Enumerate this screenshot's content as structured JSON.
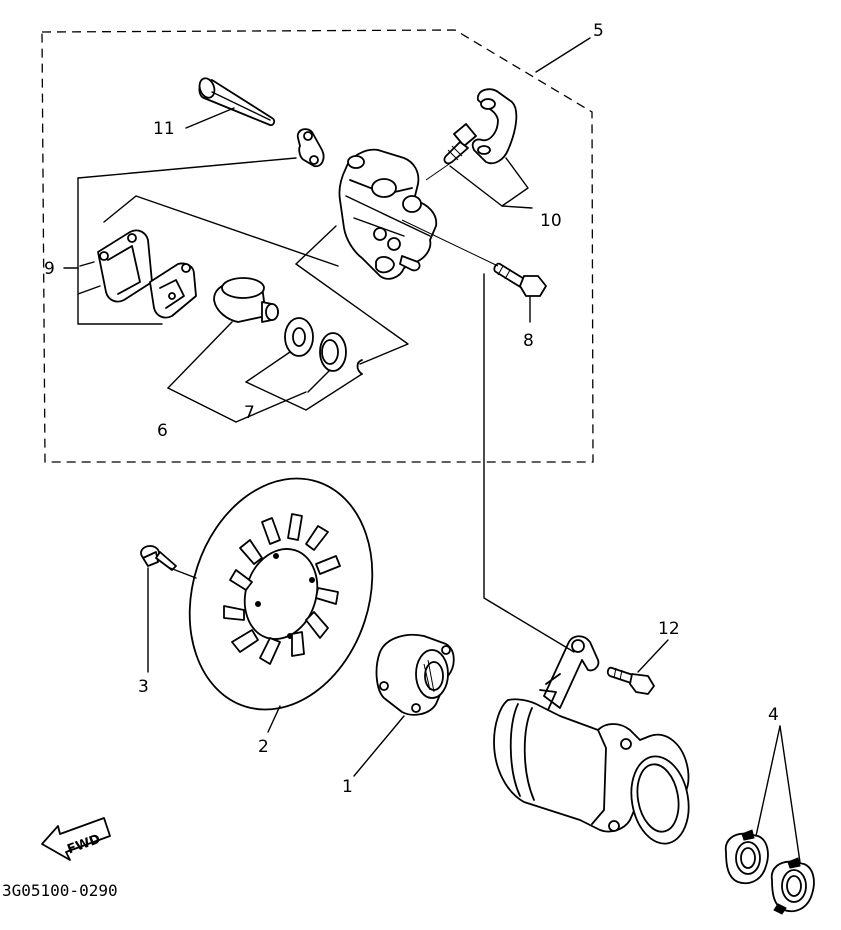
{
  "callouts": [
    {
      "id": "1",
      "text": "1"
    },
    {
      "id": "2",
      "text": "2"
    },
    {
      "id": "3",
      "text": "3"
    },
    {
      "id": "4",
      "text": "4"
    },
    {
      "id": "5",
      "text": "5"
    },
    {
      "id": "6",
      "text": "6"
    },
    {
      "id": "7",
      "text": "7"
    },
    {
      "id": "8",
      "text": "8"
    },
    {
      "id": "9",
      "text": "9"
    },
    {
      "id": "10",
      "text": "10"
    },
    {
      "id": "11",
      "text": "11"
    },
    {
      "id": "12",
      "text": "12"
    }
  ],
  "fwd_label": "FWD",
  "diagram_code": "3G05100-0290"
}
